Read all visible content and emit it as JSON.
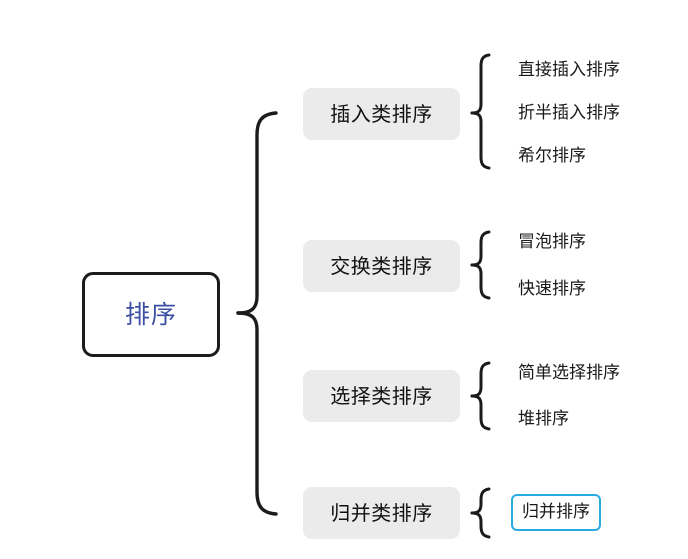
{
  "diagram": {
    "type": "mind-map",
    "title": "排序",
    "background_color": "#ffffff",
    "root": {
      "label": "排序",
      "text_color": "#3c4ea3",
      "border_color": "#1b1b1b",
      "fill_color": "#ffffff"
    },
    "branch_fill_color": "#ebebeb",
    "branch_text_color": "#111111",
    "leaf_text_color": "#1a1a1a",
    "selection_color": "#29ABE2",
    "brace_color": "#1b1b1b",
    "branches": [
      {
        "label": "插入类排序",
        "leaves": [
          {
            "label": "直接插入排序",
            "selected": false
          },
          {
            "label": "折半插入排序",
            "selected": false
          },
          {
            "label": "希尔排序",
            "selected": false
          }
        ]
      },
      {
        "label": "交换类排序",
        "leaves": [
          {
            "label": "冒泡排序",
            "selected": false
          },
          {
            "label": "快速排序",
            "selected": false
          }
        ]
      },
      {
        "label": "选择类排序",
        "leaves": [
          {
            "label": "简单选择排序",
            "selected": false
          },
          {
            "label": "堆排序",
            "selected": false
          }
        ]
      },
      {
        "label": "归并类排序",
        "leaves": [
          {
            "label": "归并排序",
            "selected": true
          }
        ]
      }
    ]
  }
}
